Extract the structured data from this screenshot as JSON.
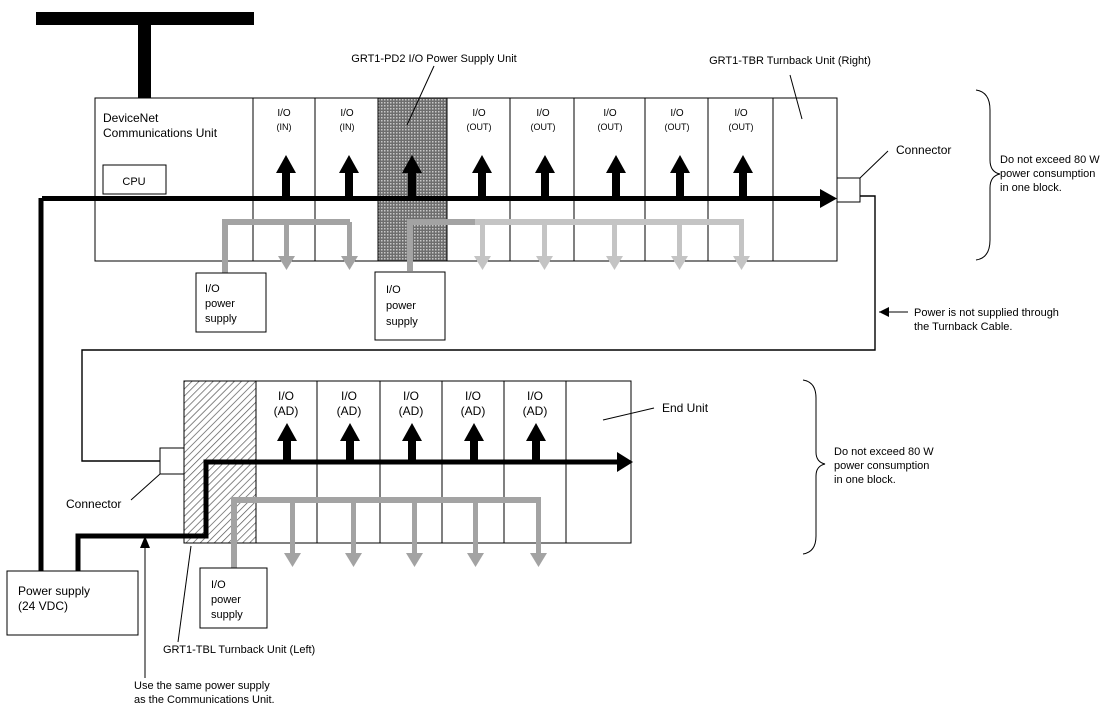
{
  "colors": {
    "bus": "#000000",
    "io_power_dark": "#a3a3a3",
    "io_power_light": "#c4c4c4",
    "unit_outline": "#000000"
  },
  "labels": {
    "pd2": "GRT1-PD2 I/O Power Supply Unit",
    "tbr": "GRT1-TBR Turnback Unit (Right)",
    "comm_unit": [
      "DeviceNet",
      "Communications Unit"
    ],
    "cpu": "CPU",
    "connector_top": "Connector",
    "connector_bottom": "Connector",
    "block_limit_top": [
      "Do not exceed 80 W",
      "power consumption",
      "in one block."
    ],
    "block_limit_bottom": [
      "Do not exceed 80 W",
      "power consumption",
      "in one block."
    ],
    "turnback_power_note": [
      "Power is not supplied through",
      "the Turnback Cable."
    ],
    "io_power_supply": [
      "I/O",
      "power",
      "supply"
    ],
    "power_supply": [
      "Power supply",
      "(24 VDC)"
    ],
    "end_unit": "End Unit",
    "tbl": "GRT1-TBL Turnback Unit (Left)",
    "same_supply": [
      "Use the same power supply",
      "as the Communications Unit."
    ]
  },
  "top_modules": [
    {
      "line1": "I/O",
      "line2": "(IN)"
    },
    {
      "line1": "I/O",
      "line2": "(IN)"
    },
    {
      "line1": "I/O",
      "line2": "(OUT)"
    },
    {
      "line1": "I/O",
      "line2": "(OUT)"
    },
    {
      "line1": "I/O",
      "line2": "(OUT)"
    },
    {
      "line1": "I/O",
      "line2": "(OUT)"
    },
    {
      "line1": "I/O",
      "line2": "(OUT)"
    }
  ],
  "bottom_modules": [
    {
      "line1": "I/O",
      "line2": "(AD)"
    },
    {
      "line1": "I/O",
      "line2": "(AD)"
    },
    {
      "line1": "I/O",
      "line2": "(AD)"
    },
    {
      "line1": "I/O",
      "line2": "(AD)"
    },
    {
      "line1": "I/O",
      "line2": "(AD)"
    }
  ]
}
